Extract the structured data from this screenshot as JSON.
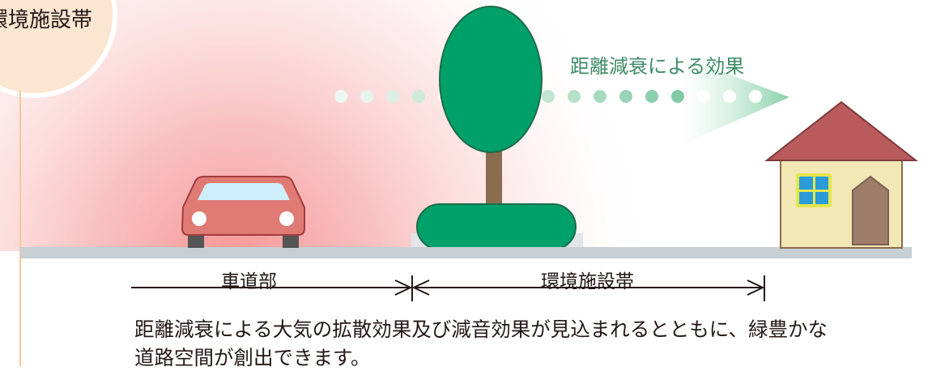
{
  "badge": {
    "label": "環境施設帯"
  },
  "effect": {
    "label": "距離減衰による効果"
  },
  "dimensions": {
    "road": {
      "label": "車道部"
    },
    "belt": {
      "label": "環境施設帯"
    }
  },
  "description": {
    "line1": "距離減衰による大気の拡散効果及び減音効果が見込まれるとともに、緑豊かな",
    "line2": "道路空間が創出できます。"
  },
  "colors": {
    "badge_fill": "#fbe6d2",
    "noise_glow": "#f4a3a3",
    "tree_green": "#00a06b",
    "trunk_brown": "#8a6d4f",
    "car_red": "#e07a75",
    "window_blue": "#cfeefb",
    "road_gray": "#c8cfd3",
    "roof_red": "#b95b5d",
    "house_wall": "#f3e7b5",
    "accent_line": "#f5c89a"
  }
}
